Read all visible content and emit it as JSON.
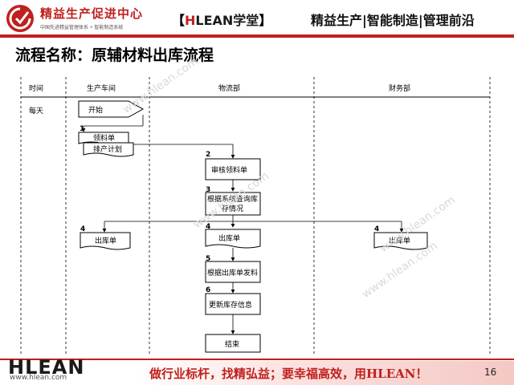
{
  "header": {
    "logo_main": "精益生产促进中心",
    "logo_sub": "中国先进精益管理体系 • 智能制造系统",
    "banner_left": "【",
    "banner_h": "H",
    "banner_rest": "LEAN学堂",
    "banner_right": "】",
    "tagline": "精益生产|智能制造|管理前沿"
  },
  "title": "流程名称：原辅材料出库流程",
  "diagram": {
    "columns": {
      "time": "时间",
      "workshop": "生产车间",
      "logistics": "物流部",
      "finance": "财务部"
    },
    "time_value": "每天",
    "nodes": {
      "start": "开始",
      "n1_num": "1",
      "requisition": "领料单",
      "schedule": "排产计划",
      "n2_num": "2",
      "review": "审核领料单",
      "n3_num": "3",
      "query_line1": "根据系统查询库",
      "query_line2": "存情况",
      "n4a_num": "4",
      "outbound_ws": "出库单",
      "n4b_num": "4",
      "outbound_lg": "出库单",
      "n4c_num": "4",
      "outbound_fn": "出库单",
      "n5_num": "5",
      "issue": "根据出库单发料",
      "n6_num": "6",
      "update": "更新库存信息",
      "end": "结束"
    },
    "watermarks": [
      "www.hlean.com",
      "www.hlean.com",
      "www.hlean.com",
      "www.hlean.com"
    ]
  },
  "footer": {
    "logo": "HLEAN",
    "url": "www.hlean.com",
    "slogan": "做行业标杆，找精弘益；要幸福高效，用HLEAN！",
    "page": "16"
  },
  "colors": {
    "brand_red": "#c0201e",
    "line": "#000000",
    "watermark": "#d9d9d9"
  }
}
